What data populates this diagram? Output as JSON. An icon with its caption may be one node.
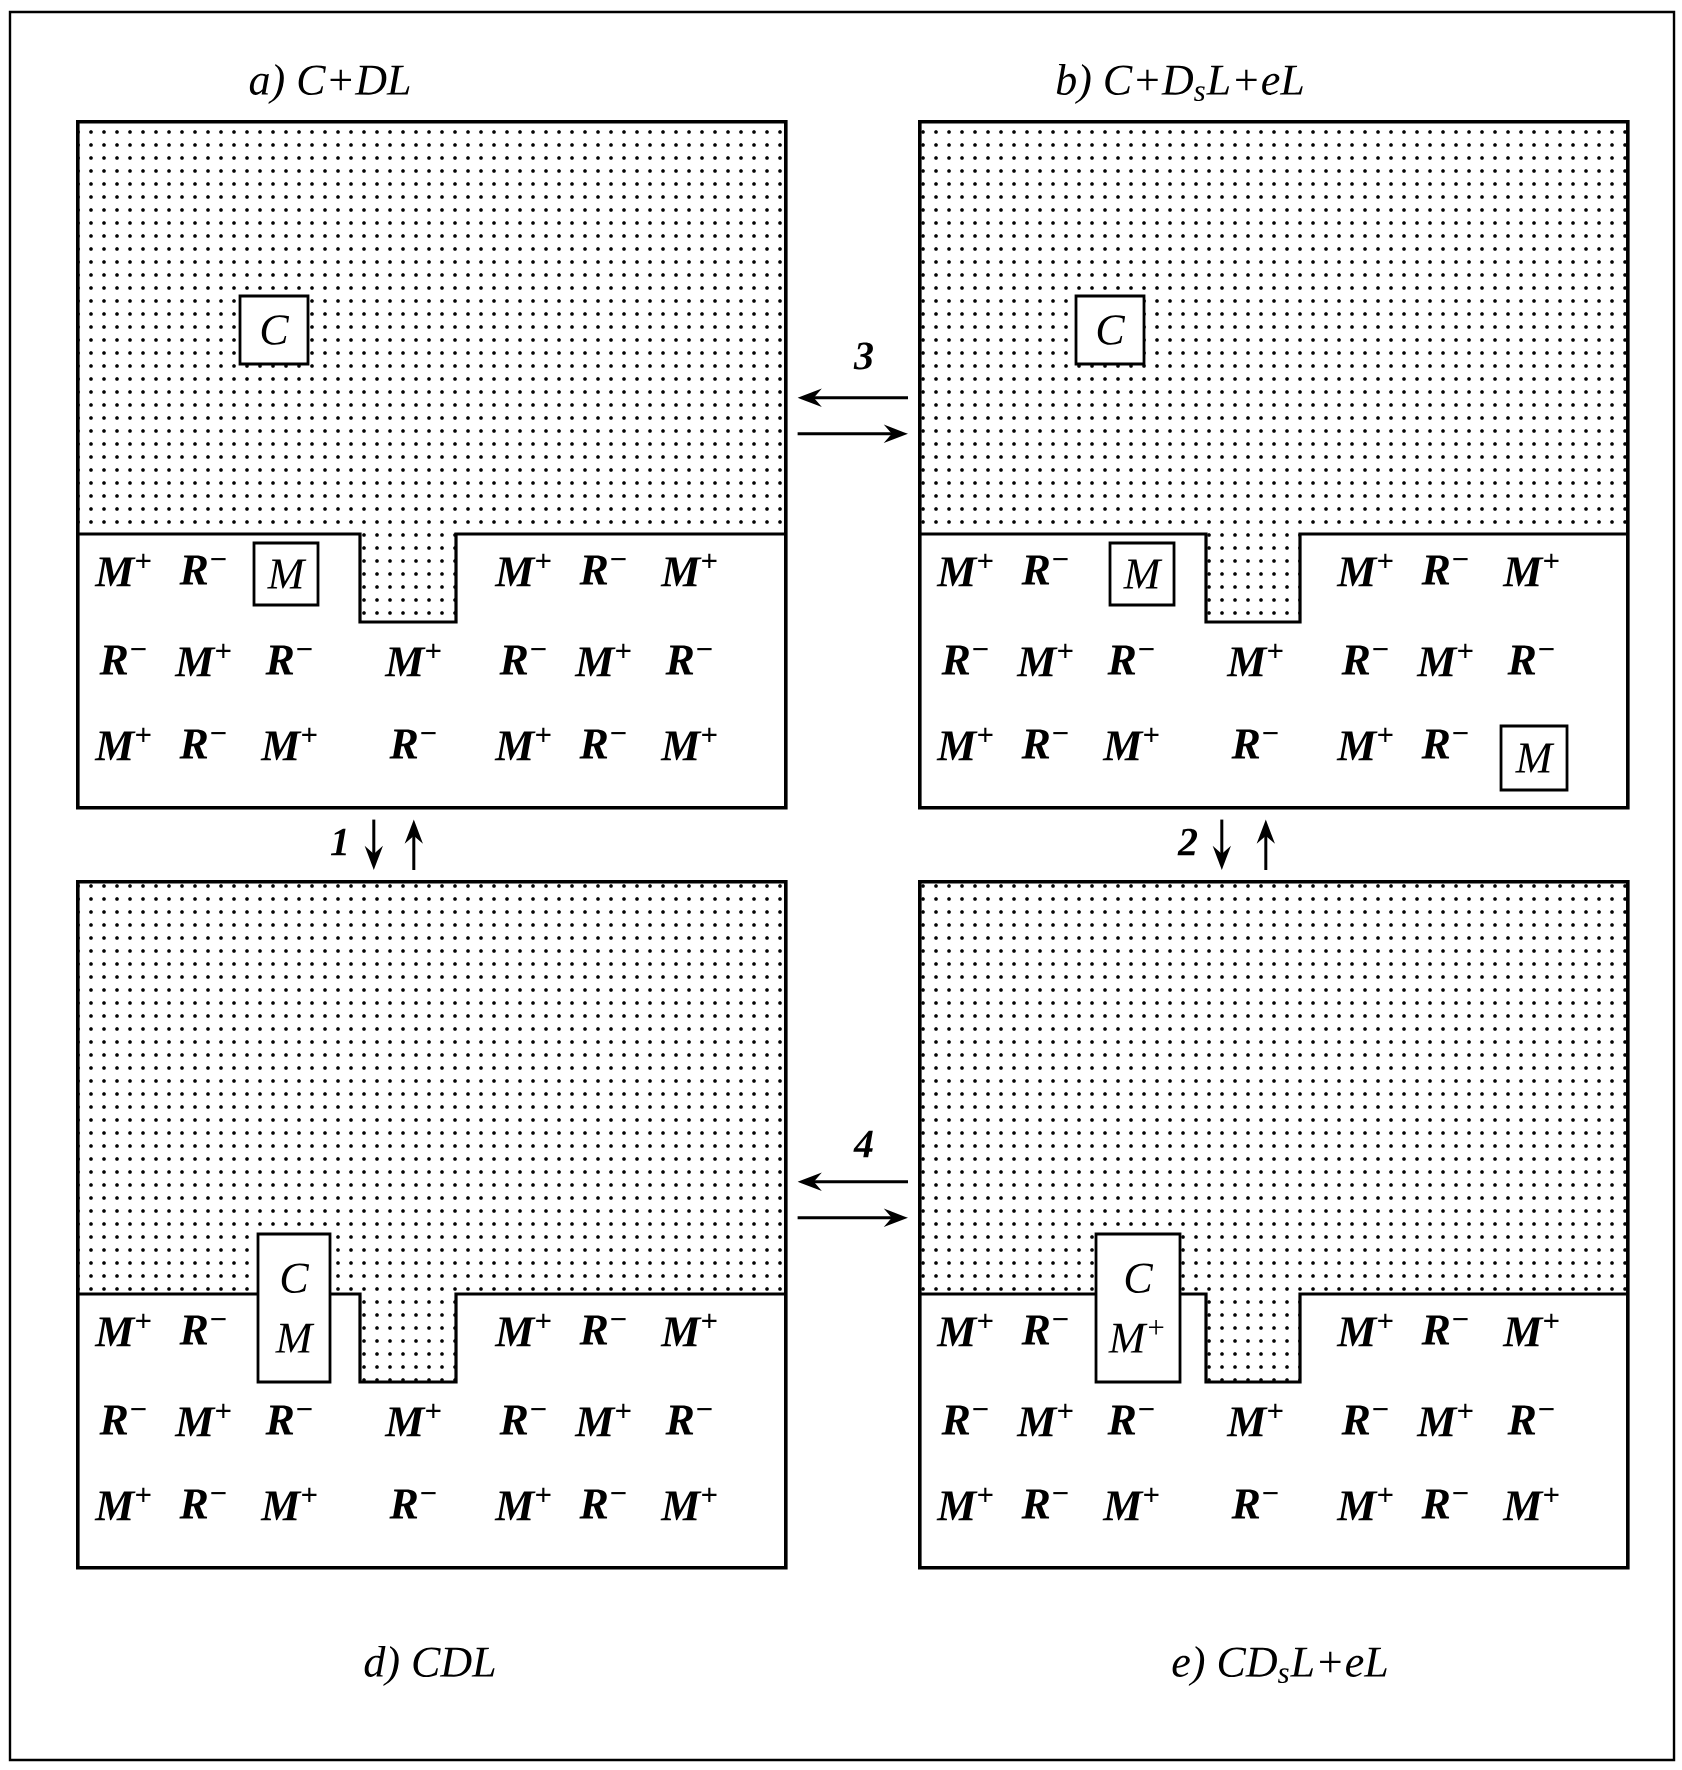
{
  "diagram": {
    "nodes": [
      {
        "text": [
          "a) C+DL"
        ]
      },
      {
        "text": [
          "C"
        ],
        "in": 0
      },
      {
        "text": [
          "M"
        ],
        "in": 0
      },
      {
        "text": [
          "b) C+D$_{s}$L+eL"
        ]
      },
      {
        "text": [
          "C"
        ],
        "in": 3
      },
      {
        "text": [
          "M"
        ],
        "in": 3
      },
      {
        "text": [
          "M"
        ],
        "in": 3
      },
      {
        "text": [
          "d) CDL"
        ]
      },
      {
        "text": [
          "C",
          "M"
        ],
        "in": 7
      },
      {
        "text": [
          "e) CD$_{s}$L+eL"
        ]
      },
      {
        "text": [
          "C",
          "M$^{+}$"
        ],
        "in": 9
      }
    ],
    "edges": [
      {
        "from": 3,
        "to": 0,
        "arrow": "to",
        "label": "3"
      },
      {
        "from": 0,
        "to": 3,
        "arrow": "to"
      },
      {
        "from": 0,
        "to": 7,
        "arrow": "to",
        "label": "1"
      },
      {
        "from": 7,
        "to": 0,
        "arrow": "to"
      },
      {
        "from": 3,
        "to": 9,
        "arrow": "to",
        "label": "2"
      },
      {
        "from": 9,
        "to": 3,
        "arrow": "to"
      },
      {
        "from": 9,
        "to": 7,
        "arrow": "to",
        "label": "4"
      },
      {
        "from": 7,
        "to": 9,
        "arrow": "to"
      }
    ],
    "labels": [
      "M$^{+}$",
      "R$^{−}$",
      "M$^{+}$",
      "R$^{−}$",
      "M$^{+}$",
      "R$^{−}$",
      "M$^{+}$",
      "R$^{−}$",
      "M$^{+}$",
      "R$^{−}$",
      "M$^{+}$",
      "R$^{−}$",
      "M$^{+}$",
      "R$^{−}$",
      "M$^{+}$",
      "R$^{−}$",
      "M$^{+}$",
      "R$^{−}$",
      "M$^{+}$",
      "M$^{+}$",
      "R$^{−}$",
      "M$^{+}$",
      "R$^{−}$",
      "M$^{+}$",
      "R$^{−}$",
      "M$^{+}$",
      "R$^{−}$",
      "M$^{+}$",
      "R$^{−}$",
      "M$^{+}$",
      "R$^{−}$",
      "M$^{+}$",
      "R$^{−}$",
      "M$^{+}$",
      "R$^{−}$",
      "M$^{+}$",
      "R$^{−}$",
      "M$^{+}$",
      "R$^{−}$",
      "M$^{+}$",
      "R$^{−}$",
      "M$^{+}$",
      "R$^{−}$",
      "M$^{+}$",
      "R$^{−}$",
      "M$^{+}$",
      "R$^{−}$",
      "M$^{+}$",
      "R$^{−}$",
      "M$^{+}$",
      "R$^{−}$",
      "M$^{+}$",
      "R$^{−}$",
      "M$^{+}$",
      "R$^{−}$",
      "M$^{+}$",
      "M$^{+}$",
      "R$^{−}$",
      "M$^{+}$",
      "R$^{−}$",
      "M$^{+}$",
      "R$^{−}$",
      "M$^{+}$",
      "R$^{−}$",
      "M$^{+}$",
      "R$^{−}$",
      "M$^{+}$",
      "R$^{−}$",
      "M$^{+}$",
      "R$^{−}$",
      "M$^{+}$",
      "R$^{−}$",
      "M$^{+}$",
      "R$^{−}$",
      "M$^{+}$"
    ]
  }
}
